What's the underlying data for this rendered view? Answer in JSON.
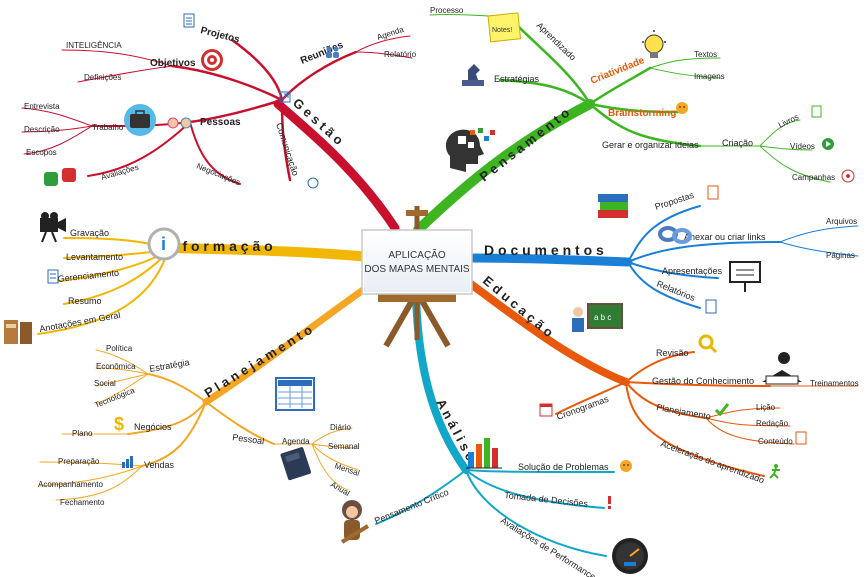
{
  "center": {
    "line1": "APLICAÇÃO",
    "line2": "DOS MAPAS MENTAIS"
  },
  "branches": {
    "gestao": {
      "label": "G e s t ã o",
      "color": "#c8102e",
      "projetos": "Projetos",
      "objetivos": "Objetivos",
      "inteligencia": "INTELIGÊNCIA",
      "definicoes": "Definições",
      "reunioes": "Reuniões",
      "agenda": "Agenda",
      "relatorio": "Relatório",
      "pessoas": "Pessoas",
      "trabalho": "Trabalho",
      "entrevista": "Entrevista",
      "descricao": "Descrição",
      "escopos": "Escopos",
      "avaliacoes": "Avaliações",
      "negociacoes": "Negociações",
      "comunicacao": "Comunicação"
    },
    "pensamento": {
      "label": "P e n s a m e n t o",
      "color": "#3cb521",
      "processo": "Processo",
      "notes": "Notes!",
      "aprendizado": "Aprendizado",
      "estrategias": "Estratégias",
      "criatividade": "Criatividade",
      "textos": "Textos",
      "imagens": "Imagens",
      "brainstorming": "Brainstorming",
      "gerar": "Gerar e organizar ideias",
      "criacao": "Criação",
      "livros": "Livros",
      "videos": "Vídeos",
      "campanhas": "Campanhas"
    },
    "informacao": {
      "label": "n f o r m a ç ã o",
      "color": "#f2b705",
      "gravacao": "Gravação",
      "levantamento": "Levantamento",
      "gerenciamento": "Gerenciamento",
      "resumo": "Resumo",
      "anotacoes": "Anotações em Geral"
    },
    "documentos": {
      "label": "D o c u m e n t o s",
      "color": "#1a7fd6",
      "propostas": "Propostas",
      "anexar": "Anexar ou criar links",
      "arquivos": "Arquivos",
      "paginas": "Páginas",
      "apresentacoes": "Apresentações",
      "relatorios": "Relatórios"
    },
    "educacao": {
      "label": "E d u c a ç ã o",
      "color": "#e8590c",
      "revisao": "Revisão",
      "gestao_conhecimento": "Gestão do Conhecimento",
      "treinamentos": "Treinamentos",
      "cronogramas": "Cronogramas",
      "planejamento": "Planejamento",
      "licao": "Lição",
      "redacao": "Redação",
      "conteudo": "Conteúdo",
      "aceleracao": "Aceleração do aprendizado"
    },
    "analise": {
      "label": "A n á l i s e",
      "color": "#12a7c9",
      "solucao": "Solução de Problemas",
      "tomada": "Tomada de Decisões",
      "avaliacoes_perf": "Avaliações de Performance",
      "pensamento_critico": "Pensamento Crítico"
    },
    "planejamento": {
      "label": "P l a n e j a m e n t o",
      "color": "#f5a623",
      "estrategia": "Estratégia",
      "politica": "Política",
      "economica": "Econômica",
      "social": "Social",
      "tecnologica": "Tecnológica",
      "negocios": "Negócios",
      "plano": "Plano",
      "vendas": "Vendas",
      "preparacao": "Preparação",
      "acompanhamento": "Acompanhamento",
      "fechamento": "Fechamento",
      "pessoal": "Pessoal",
      "agenda": "Agenda",
      "diario": "Diário",
      "semanal": "Semanal",
      "mensal": "Mensal",
      "anual": "Anual"
    }
  }
}
